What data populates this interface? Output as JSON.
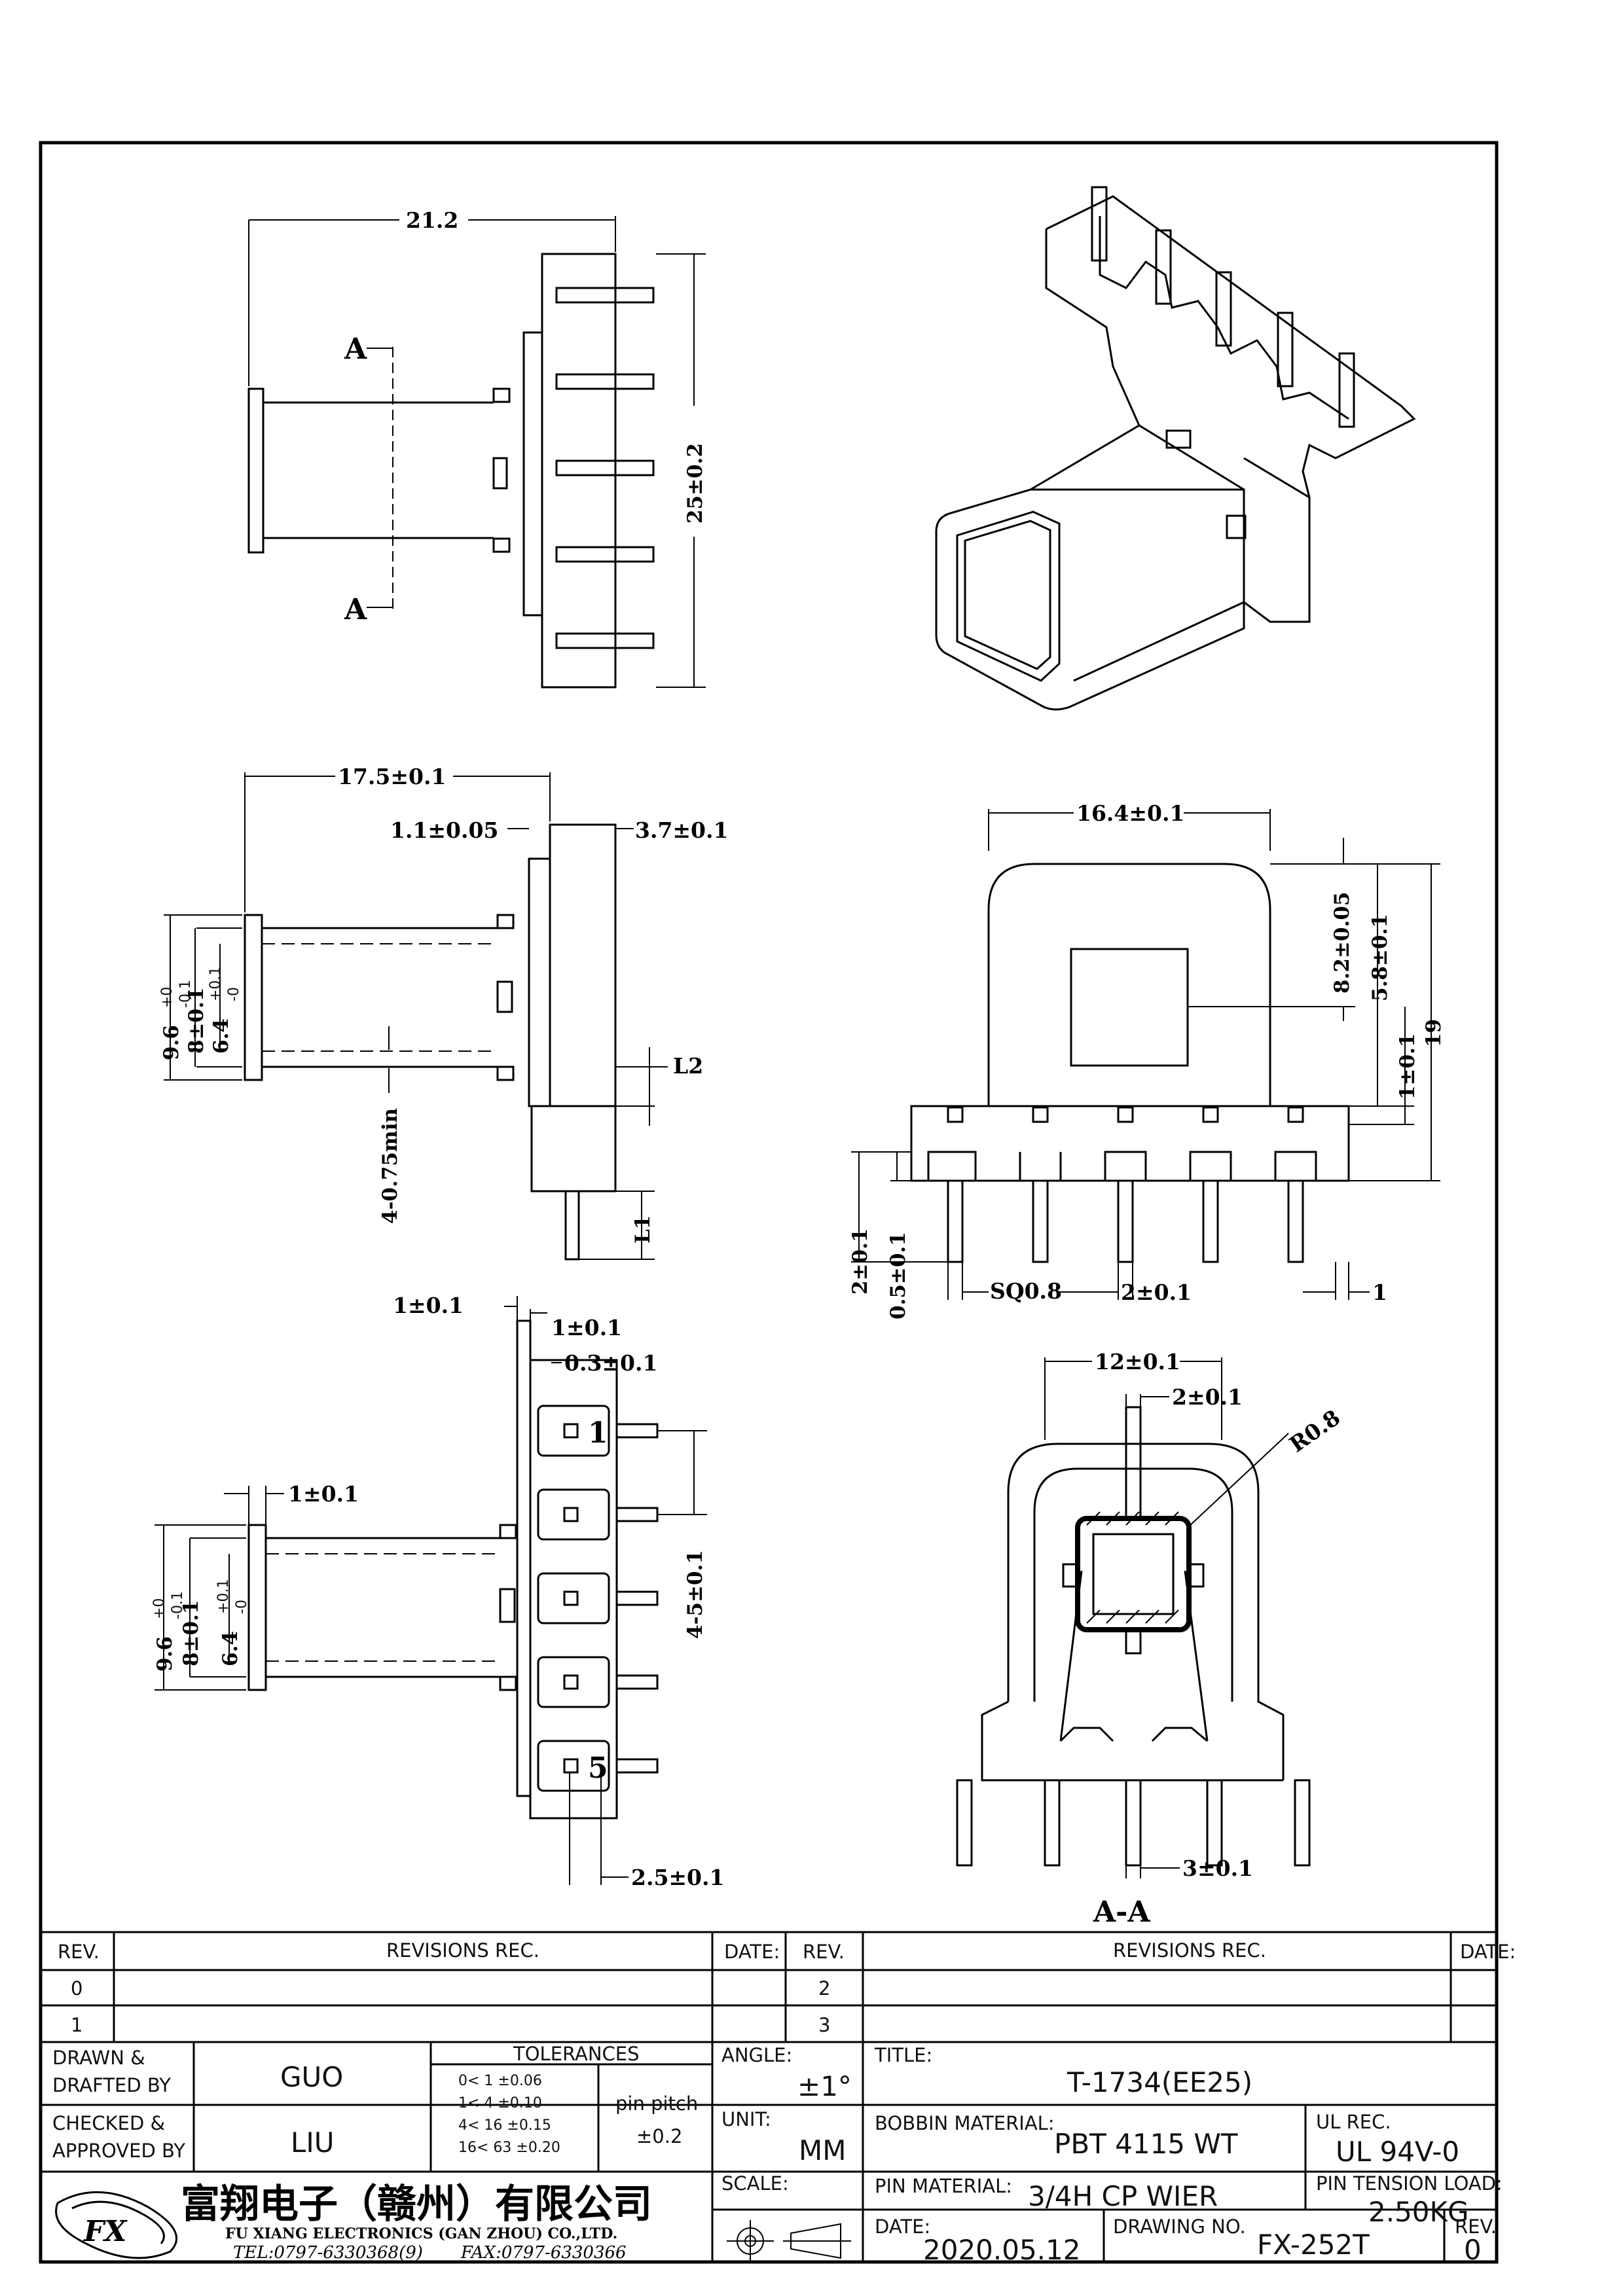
{
  "views": {
    "top": {
      "width": "21.2",
      "height": "25±0.2",
      "section_mark": "A"
    },
    "side": {
      "length": "17.5±0.1",
      "flange": "1.1±0.05",
      "base": "3.7±0.1",
      "outer": "9.6",
      "outer_tol_top": "+0",
      "outer_tol_bot": "-0.1",
      "inner": "8±0.1",
      "core": "6.4",
      "core_tol_top": "+0.1",
      "core_tol_bot": "-0",
      "l2": "L2",
      "l1": "L1",
      "pin_min": "4-0.75min"
    },
    "front": {
      "width": "16.4±0.1",
      "window": "8.2±0.05",
      "top": "5.8±0.1",
      "step": "1±0.1",
      "height": "19",
      "pin_len": "2±0.1",
      "offset": "0.5±0.1",
      "pin_sq": "SQ0.8",
      "pitch": "2±0.1",
      "edge": "1"
    },
    "bottom": {
      "d1": "1±0.1",
      "d2": "1±0.1",
      "d3": "0.3±0.1",
      "d4": "1±0.1",
      "pitch": "4-5±0.1",
      "pin_w": "2.5±0.1",
      "outer": "9.6",
      "outer_tol_top": "+0",
      "outer_tol_bot": "-0.1",
      "inner": "8±0.1",
      "core": "6.4",
      "core_tol_top": "+0.1",
      "core_tol_bot": "-0",
      "pin1": "1",
      "pin5": "5"
    },
    "section": {
      "width": "12±0.1",
      "slot": "2±0.1",
      "radius": "R0.8",
      "pin_w": "3±0.1",
      "label": "A-A"
    }
  },
  "revisions": {
    "rev_header": "REV.",
    "rec_header": "REVISIONS   REC.",
    "date_header": "DATE:",
    "rows_left": [
      "0",
      "1"
    ],
    "rows_right": [
      "2",
      "3"
    ]
  },
  "title_block": {
    "drawn_label_1": "DRAWN  &",
    "drawn_label_2": "DRAFTED BY",
    "drawn_value": "GUO",
    "checked_label_1": "CHECKED  &",
    "checked_label_2": "APPROVED BY",
    "checked_value": "LIU",
    "tolerances_label": "TOLERANCES",
    "tolerance_rows": [
      "0<   1    ±0.06",
      "1<   4    ±0.10",
      "4<   16  ±0.15",
      "16<   63  ±0.20"
    ],
    "pin_pitch_label": "pin pitch",
    "pin_pitch_value": "±0.2",
    "angle_label": "ANGLE:",
    "angle_value": "±1°",
    "unit_label": "UNIT:",
    "unit_value": "MM",
    "scale_label": "SCALE:",
    "title_label": "TITLE:",
    "title_value": "T-1734(EE25)",
    "bobbin_label": "BOBBIN MATERIAL:",
    "bobbin_value": "PBT  4115  WT",
    "ul_label": "UL REC.",
    "ul_value": "UL  94V-0",
    "pin_material_label": "PIN MATERIAL:",
    "pin_material_value": "3/4H  CP  WIER",
    "tension_label": "PIN TENSION LOAD:",
    "tension_value": "2.50KG",
    "date_label": "DATE:",
    "date_value": "2020.05.12",
    "drawing_no_label": "DRAWING NO.",
    "drawing_no_value": "FX-252T",
    "rev_label": "REV.",
    "rev_value": "0",
    "company_cn": "富翔电子（赣州）有限公司",
    "company_en": "FU XIANG ELECTRONICS (GAN ZHOU) CO.,LTD.",
    "tel": "TEL:0797-6330368(9)",
    "fax": "FAX:0797-6330366",
    "logo_text": "FX"
  }
}
